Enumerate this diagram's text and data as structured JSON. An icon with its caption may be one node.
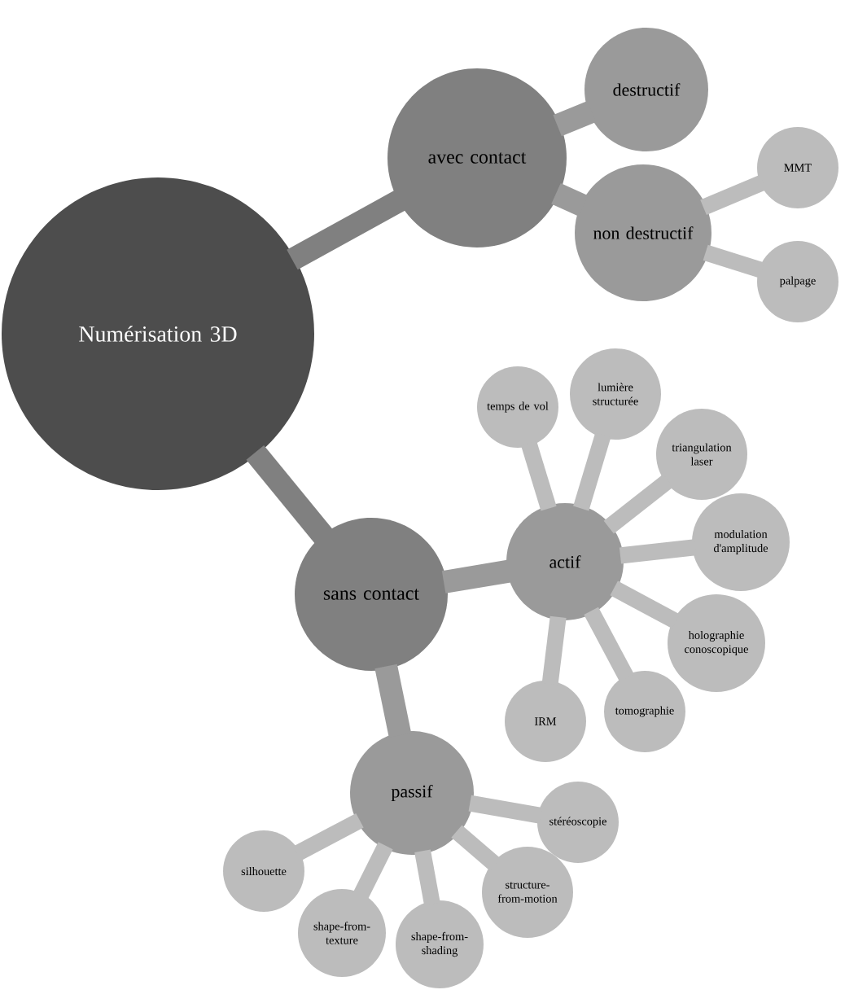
{
  "diagram": {
    "nodes": [
      {
        "text": [
          "Numérisation 3D"
        ]
      },
      {
        "text": [
          "avec contact"
        ]
      },
      {
        "text": [
          "destructif"
        ]
      },
      {
        "text": [
          "non destructif"
        ]
      },
      {
        "text": [
          "MMT"
        ]
      },
      {
        "text": [
          "palpage"
        ]
      },
      {
        "text": [
          "sans contact"
        ]
      },
      {
        "text": [
          "actif"
        ]
      },
      {
        "text": [
          "temps de vol"
        ]
      },
      {
        "text": [
          "lumière structurée"
        ]
      },
      {
        "text": [
          "triangulation laser"
        ]
      },
      {
        "text": [
          "modulation d'amplitude"
        ]
      },
      {
        "text": [
          "holographie conoscopique"
        ]
      },
      {
        "text": [
          "tomographie"
        ]
      },
      {
        "text": [
          "IRM"
        ]
      },
      {
        "text": [
          "passif"
        ]
      },
      {
        "text": [
          "stéréoscopie"
        ]
      },
      {
        "text": [
          "silhouette"
        ]
      },
      {
        "text": [
          "shape-from-texture"
        ]
      },
      {
        "text": [
          "shape-from-shading"
        ]
      },
      {
        "text": [
          "structure-from-motion"
        ]
      }
    ],
    "edges": [
      {
        "from": 0,
        "to": 1,
        "arrow": "none"
      },
      {
        "from": 0,
        "to": 6,
        "arrow": "none"
      },
      {
        "from": 1,
        "to": 2,
        "arrow": "none"
      },
      {
        "from": 1,
        "to": 3,
        "arrow": "none"
      },
      {
        "from": 3,
        "to": 4,
        "arrow": "none"
      },
      {
        "from": 3,
        "to": 5,
        "arrow": "none"
      },
      {
        "from": 6,
        "to": 7,
        "arrow": "none"
      },
      {
        "from": 6,
        "to": 15,
        "arrow": "none"
      },
      {
        "from": 7,
        "to": 8,
        "arrow": "none"
      },
      {
        "from": 7,
        "to": 9,
        "arrow": "none"
      },
      {
        "from": 7,
        "to": 10,
        "arrow": "none"
      },
      {
        "from": 7,
        "to": 11,
        "arrow": "none"
      },
      {
        "from": 7,
        "to": 12,
        "arrow": "none"
      },
      {
        "from": 7,
        "to": 13,
        "arrow": "none"
      },
      {
        "from": 7,
        "to": 14,
        "arrow": "none"
      },
      {
        "from": 15,
        "to": 16,
        "arrow": "none"
      },
      {
        "from": 15,
        "to": 17,
        "arrow": "none"
      },
      {
        "from": 15,
        "to": 18,
        "arrow": "none"
      },
      {
        "from": 15,
        "to": 19,
        "arrow": "none"
      },
      {
        "from": 15,
        "to": 20,
        "arrow": "none"
      }
    ]
  }
}
